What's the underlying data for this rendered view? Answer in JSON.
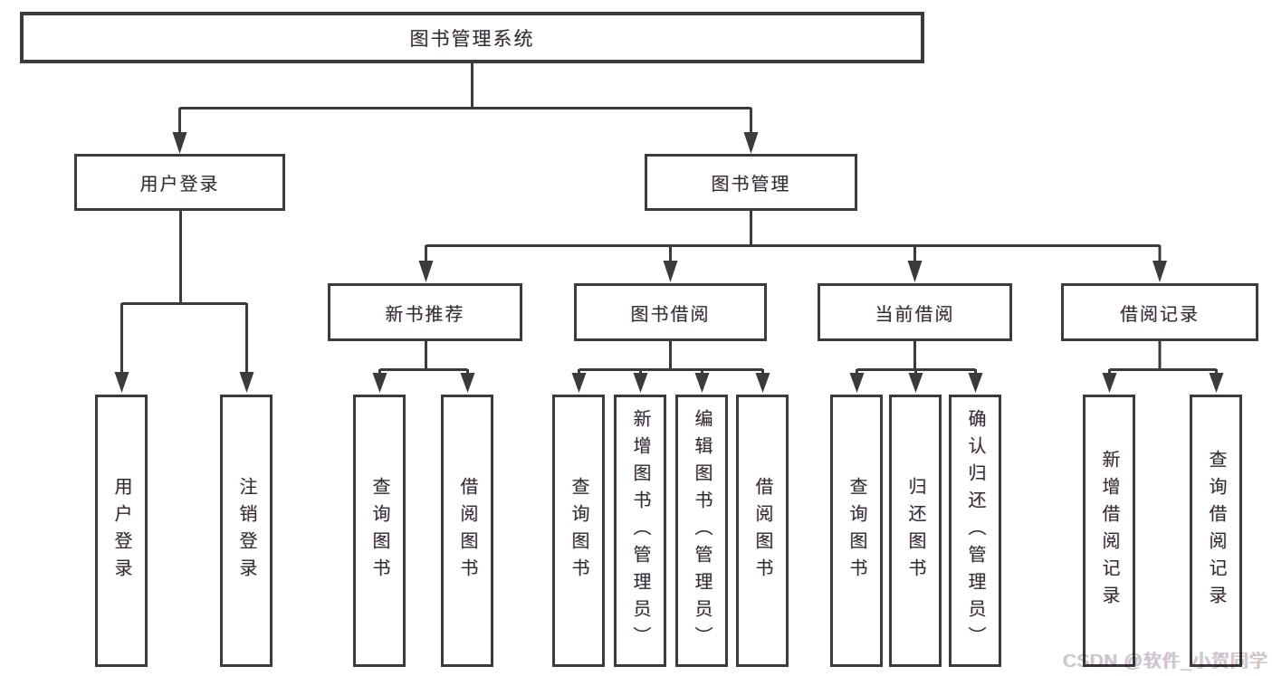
{
  "diagram": {
    "root": "图书管理系统",
    "branches": [
      "用户登录",
      "图书管理"
    ],
    "modules": [
      "新书推荐",
      "图书借阅",
      "当前借阅",
      "借阅记录"
    ],
    "functions": [
      "用户登录",
      "注销登录",
      "查询图书",
      "借阅图书",
      "查询图书",
      "新增图书（管理员）",
      "编辑图书（管理员）",
      "借阅图书",
      "查询图书",
      "归还图书",
      "确认归还（管理员）",
      "新增借阅记录",
      "查询借阅记录"
    ]
  },
  "watermark": "CSDN @软件_小贺同学",
  "colors": {
    "line": "#3b3b3b",
    "text": "#2d2d2d",
    "watermark": "#c8c8c8",
    "background": "#ffffff"
  }
}
